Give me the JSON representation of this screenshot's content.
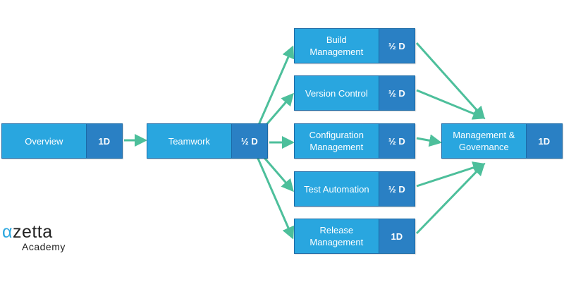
{
  "nodes": [
    {
      "id": "overview",
      "label": "Overview",
      "duration": "1D"
    },
    {
      "id": "teamwork",
      "label": "Teamwork",
      "duration": "½ D"
    },
    {
      "id": "build",
      "label": "Build\nManagement",
      "duration": "½ D"
    },
    {
      "id": "version",
      "label": "Version Control",
      "duration": "½ D"
    },
    {
      "id": "config",
      "label": "Configuration\nManagement",
      "duration": "½ D"
    },
    {
      "id": "test",
      "label": "Test Automation",
      "duration": "½ D"
    },
    {
      "id": "release",
      "label": "Release\nManagement",
      "duration": "1D"
    },
    {
      "id": "governance",
      "label": "Management &\nGovernance",
      "duration": "1D"
    }
  ],
  "edges": [
    [
      "overview",
      "teamwork"
    ],
    [
      "teamwork",
      "build"
    ],
    [
      "teamwork",
      "version"
    ],
    [
      "teamwork",
      "config"
    ],
    [
      "teamwork",
      "test"
    ],
    [
      "teamwork",
      "release"
    ],
    [
      "build",
      "governance"
    ],
    [
      "version",
      "governance"
    ],
    [
      "config",
      "governance"
    ],
    [
      "test",
      "governance"
    ],
    [
      "release",
      "governance"
    ]
  ],
  "logo": {
    "alpha": "α",
    "brand": "zetta",
    "sub": "Academy"
  },
  "colors": {
    "arrow": "#4dbf9b",
    "label_fill": "#29a6df",
    "duration_fill": "#2a80c4"
  }
}
